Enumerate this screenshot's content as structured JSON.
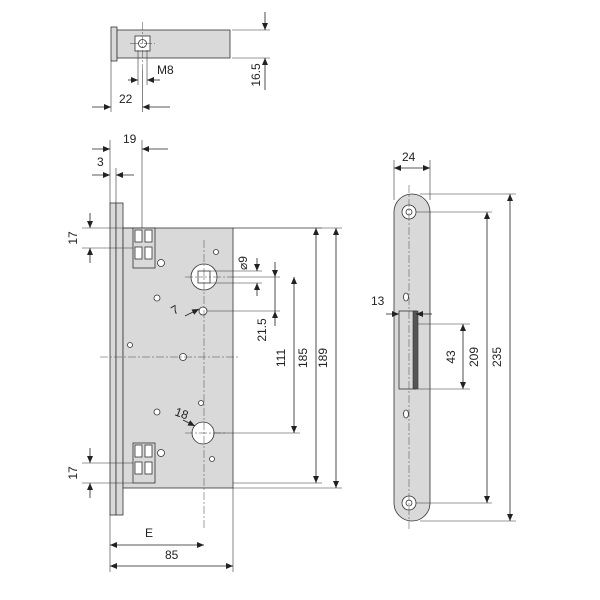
{
  "diagram": {
    "labels": {
      "m8": "M8",
      "d22": "22",
      "d16_5": "16.5",
      "d19": "19",
      "d3": "3",
      "d17_top": "17",
      "d17_bot": "17",
      "d9": "9",
      "d7": "7",
      "d21_5": "21.5",
      "d111": "111",
      "d185": "185",
      "d189": "189",
      "d18": "18",
      "e": "E",
      "d85": "85",
      "d24": "24",
      "d13": "13",
      "d43": "43",
      "d209": "209",
      "d235": "235"
    },
    "symbols": {
      "diameter_glyph": "⌀"
    }
  }
}
